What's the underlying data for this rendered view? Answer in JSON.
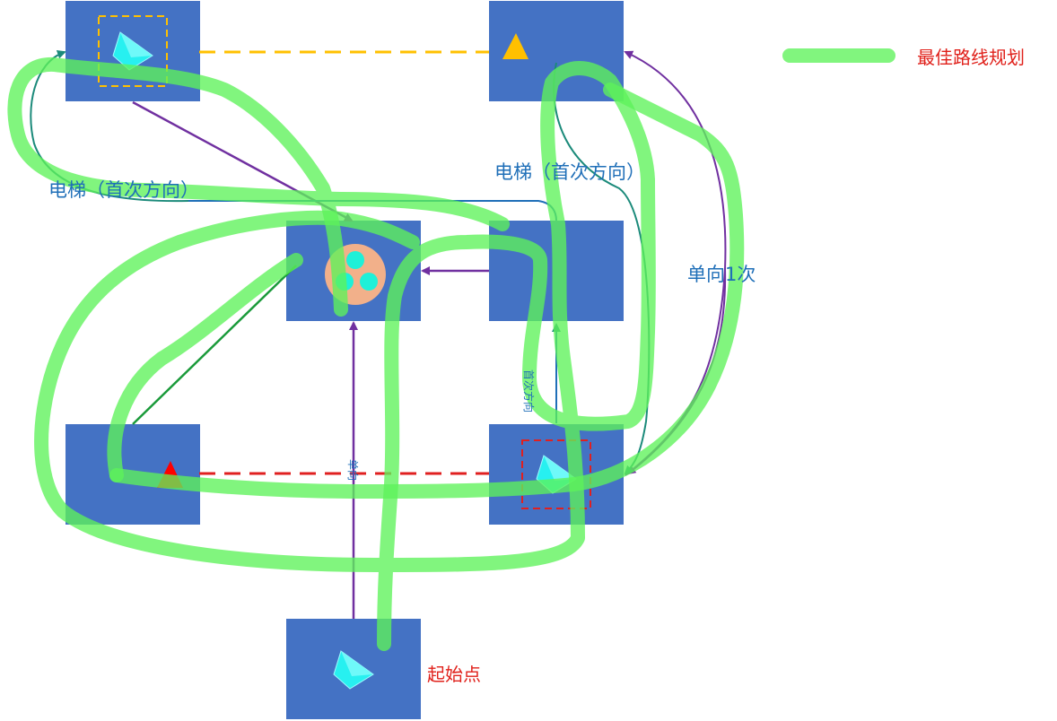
{
  "legend": {
    "label": "最佳路线规划",
    "color": "#5ef25a"
  },
  "labels": {
    "elevator_left": "电梯（首次方向）",
    "elevator_right": "电梯（首次方向）",
    "one_way_once": "单向1次",
    "first_direction": "首次方向",
    "one_way": "单向",
    "start_point": "起始点"
  },
  "colors": {
    "room": "#4472c4",
    "purple_arrow": "#7030a0",
    "teal_arrow": "#1b8a7a",
    "dashed_yellow": "#ffc000",
    "dashed_red": "#e02020",
    "cyan_item": "#27f0f0",
    "triangle_yellow": "#ffc000",
    "triangle_red": "#ff0000",
    "hub_circle": "#f2b08a"
  },
  "icons": {
    "crystal": "crystal-icon",
    "warning_triangle": "triangle-icon",
    "hub": "hub-icon"
  }
}
